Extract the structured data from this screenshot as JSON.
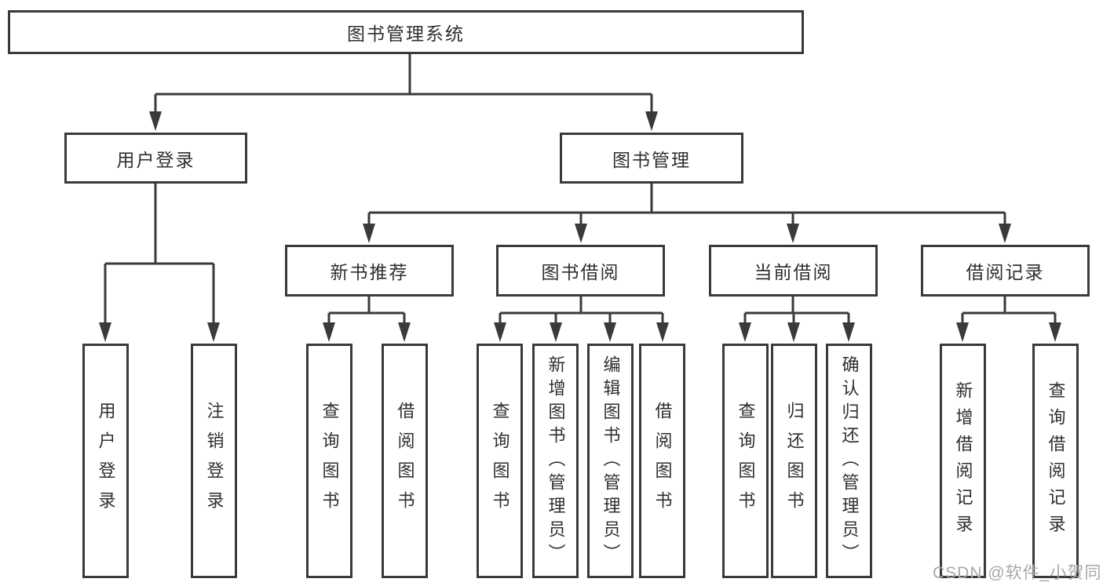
{
  "diagram_title": "图书管理系统",
  "tree": {
    "root": {
      "label": "图书管理系统"
    },
    "children": [
      {
        "label": "用户登录",
        "children": [
          {
            "label": "用户登录"
          },
          {
            "label": "注销登录"
          }
        ]
      },
      {
        "label": "图书管理",
        "children": [
          {
            "label": "新书推荐",
            "children": [
              {
                "label": "查询图书"
              },
              {
                "label": "借阅图书"
              }
            ]
          },
          {
            "label": "图书借阅",
            "children": [
              {
                "label": "查询图书"
              },
              {
                "label": "新增图书（管理员）"
              },
              {
                "label": "编辑图书（管理员）"
              },
              {
                "label": "借阅图书"
              }
            ]
          },
          {
            "label": "当前借阅",
            "children": [
              {
                "label": "查询图书"
              },
              {
                "label": "归还图书"
              },
              {
                "label": "确认归还（管理员）"
              }
            ]
          },
          {
            "label": "借阅记录",
            "children": [
              {
                "label": "新增借阅记录"
              },
              {
                "label": "查询借阅记录"
              }
            ]
          }
        ]
      }
    ]
  },
  "watermark": {
    "text": "CSDN @软件_小贺同学",
    "color": "#a8a8a8"
  },
  "colors": {
    "line": "#3a3a3a",
    "box_border": "#3a3a3a",
    "text": "#2f2f2f",
    "background": "#ffffff"
  }
}
